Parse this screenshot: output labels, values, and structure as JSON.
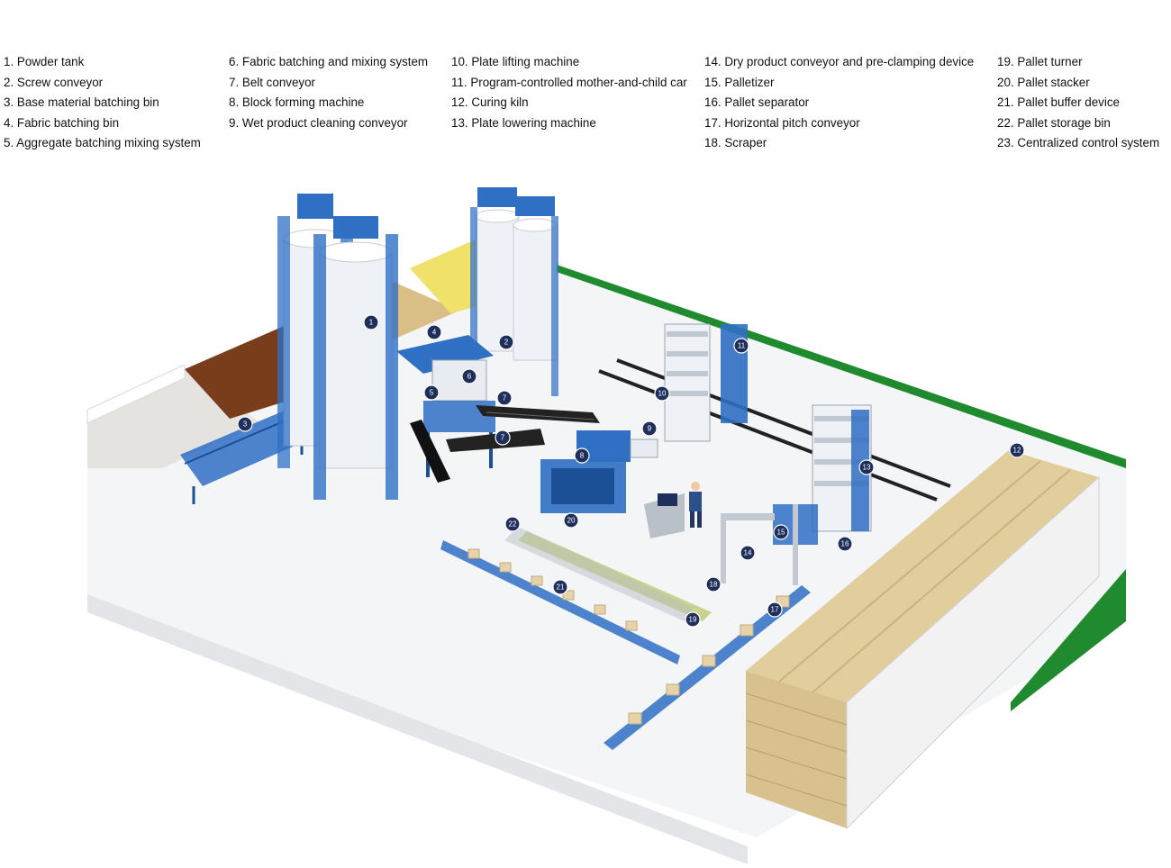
{
  "legend": {
    "col1": [
      "1. Powder tank",
      "2. Screw conveyor",
      "3. Base material batching bin",
      "4. Fabric batching bin",
      "5. Aggregate batching mixing system"
    ],
    "col2": [
      "6. Fabric batching and mixing system",
      "7. Belt conveyor",
      "8. Block forming machine",
      "9. Wet product cleaning conveyor"
    ],
    "col3": [
      "10. Plate lifting machine",
      "11. Program-controlled mother-and-child car",
      "12. Curing kiln",
      "13. Plate lowering machine"
    ],
    "col4": [
      "14. Dry product conveyor and pre-clamping device",
      "15. Palletizer",
      "16. Pallet separator",
      "17. Horizontal pitch conveyor",
      "18. Scraper"
    ],
    "col5": [
      "19. Pallet turner",
      "20. Pallet stacker",
      "21. Pallet buffer device",
      "22. Pallet storage bin",
      "23. Centralized control system"
    ]
  },
  "markers": [
    "1",
    "2",
    "3",
    "4",
    "5",
    "6",
    "7",
    "7",
    "8",
    "9",
    "10",
    "11",
    "12",
    "13",
    "14",
    "15",
    "16",
    "17",
    "18",
    "19",
    "20",
    "21",
    "22"
  ],
  "colors": {
    "machine_blue": "#2f6fc4",
    "silo_white": "#eef1f5",
    "kiln_tan": "#e2cd9c",
    "boundary_green": "#1f8a2e",
    "marker_navy": "#1f2f5c",
    "sand_yellow": "#f0e16a",
    "soil_brown": "#7a3d1c"
  },
  "icons": [
    "numbered-marker-icon",
    "operator-figure-icon",
    "control-console-icon",
    "product-box-icon"
  ]
}
